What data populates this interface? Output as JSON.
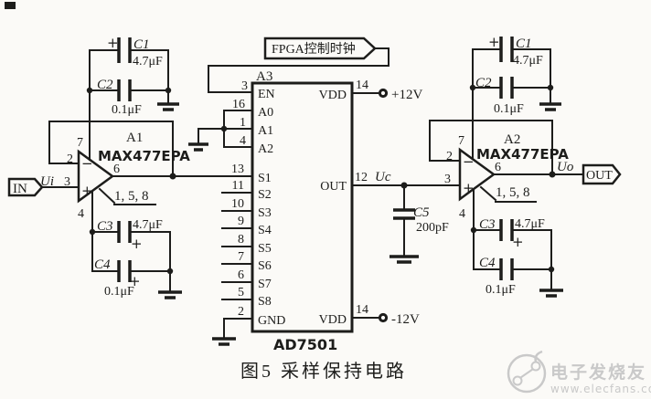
{
  "banner": {
    "label": "FPGA控制时钟"
  },
  "caption": "图5  采样保持电路",
  "chip": {
    "ref": "A3",
    "part": "AD7501",
    "left_pins": [
      {
        "num": "3",
        "name": "EN"
      },
      {
        "num": "16",
        "name": "A0"
      },
      {
        "num": "1",
        "name": "A1"
      },
      {
        "num": "4",
        "name": "A2"
      },
      {
        "num": "13",
        "name": "S1"
      },
      {
        "num": "11",
        "name": "S2"
      },
      {
        "num": "10",
        "name": "S3"
      },
      {
        "num": "9",
        "name": "S4"
      },
      {
        "num": "8",
        "name": "S5"
      },
      {
        "num": "7",
        "name": "S6"
      },
      {
        "num": "6",
        "name": "S7"
      },
      {
        "num": "5",
        "name": "S8"
      },
      {
        "num": "2",
        "name": "GND"
      }
    ],
    "right_pins": [
      {
        "num": "14",
        "name": "VDD"
      },
      {
        "num": "12",
        "name": "OUT"
      },
      {
        "num": "14",
        "name": "VDD"
      }
    ]
  },
  "amp1": {
    "ref": "A1",
    "part": "MAX477EPA",
    "pin_vplus": "7",
    "pin_inv": "2",
    "pin_in": "3",
    "pin_out": "6",
    "pin_vminus": "4",
    "pin_nc": "1, 5, 8",
    "sign_minus": "−",
    "sign_plus": "+"
  },
  "amp2": {
    "ref": "A2",
    "part": "MAX477EPA",
    "pin_vplus": "7",
    "pin_inv": "2",
    "pin_in": "3",
    "pin_out": "6",
    "pin_vminus": "4",
    "pin_nc": "1, 5, 8",
    "sign_minus": "−",
    "sign_plus": "+"
  },
  "caps": {
    "left_c1": {
      "ref": "C1",
      "value": "4.7μF",
      "pol": "+"
    },
    "left_c2": {
      "ref": "C2",
      "value": "0.1μF"
    },
    "left_c3": {
      "ref": "C3",
      "value": "4.7μF",
      "pol": "+"
    },
    "left_c4": {
      "ref": "C4",
      "value": "0.1μF",
      "pol": "+"
    },
    "c5": {
      "ref": "C5",
      "value": "200pF"
    },
    "right_c1": {
      "ref": "C1",
      "value": "4.7μF",
      "pol": "+"
    },
    "right_c2": {
      "ref": "C2",
      "value": "0.1μF"
    },
    "right_c3": {
      "ref": "C3",
      "value": "4.7μF",
      "pol": "+"
    },
    "right_c4": {
      "ref": "C4",
      "value": "0.1μF"
    }
  },
  "ports": {
    "in": "IN",
    "out": "OUT"
  },
  "nets": {
    "ui": "Ui",
    "uc": "Uc",
    "uo": "Uo",
    "vpos": "+12V",
    "vneg": "-12V"
  },
  "watermark": {
    "brand": "电子发烧友",
    "site": "www.elecfans.com"
  },
  "colors": {
    "line": "#1d1d1b",
    "background": "#fbfaf7",
    "watermark": "#c9c9c9"
  }
}
